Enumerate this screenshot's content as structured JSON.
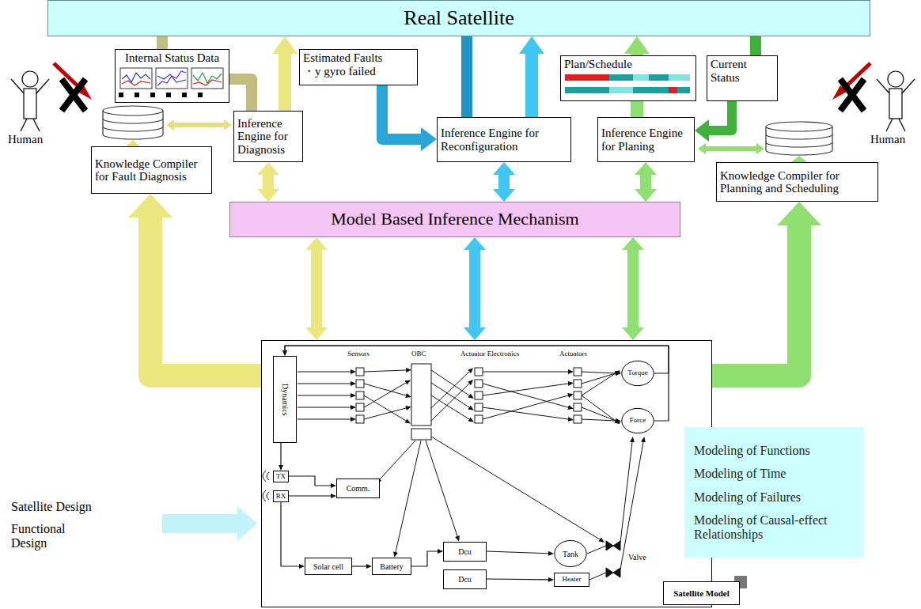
{
  "diagram": {
    "nodes": [
      {
        "text": [
          "Real Satellite"
        ]
      },
      {
        "text": [
          "Internal Status Data"
        ]
      },
      {
        "text": [
          "Estimated Faults",
          "・y gyro failed"
        ]
      },
      {
        "text": [
          "Plan/Schedule"
        ]
      },
      {
        "text": [
          "Current Status"
        ]
      },
      {
        "text": [
          "Inference Engine for Diagnosis"
        ]
      },
      {
        "text": [
          "Inference Engine for Reconfiguration"
        ]
      },
      {
        "text": [
          "Inference Engine for Planing"
        ]
      },
      {
        "text": [
          "Knowledge Compiler for Fault Diagnosis"
        ]
      },
      {
        "text": [
          "Model Based Inference Mechanism"
        ]
      },
      {
        "text": [
          "Knowledge Compiler for Planning and Scheduling"
        ]
      },
      {
        "text": [
          "Satellite Model"
        ]
      },
      {
        "text": [
          "Dynamics"
        ],
        "in": 11
      },
      {
        "text": [
          "Torque"
        ],
        "in": 11
      },
      {
        "text": [
          "Force"
        ],
        "in": 11
      },
      {
        "text": [
          "TX"
        ],
        "in": 11
      },
      {
        "text": [
          "RX"
        ],
        "in": 11
      },
      {
        "text": [
          "Comm."
        ],
        "in": 11
      },
      {
        "text": [
          "Dcu"
        ],
        "in": 11
      },
      {
        "text": [
          "Dcu"
        ],
        "in": 11
      },
      {
        "text": [
          "Tank"
        ],
        "in": 11
      },
      {
        "text": [
          "Solar cell"
        ],
        "in": 11
      },
      {
        "text": [
          "Battery"
        ],
        "in": 11
      },
      {
        "text": [
          "Heater"
        ],
        "in": 11
      },
      {
        "text": [
          "Modeling of Functions",
          "Modeling of Time",
          "Modeling of Failures",
          "Modeling of Causal-effect Relationships"
        ]
      }
    ],
    "edges": [
      {
        "from": 0,
        "to": 1,
        "arrow": "none"
      },
      {
        "from": 1,
        "to": 5,
        "arrow": "none"
      },
      {
        "from": 5,
        "to": 0,
        "arrow": "to"
      },
      {
        "from": 2,
        "to": 6,
        "arrow": "to"
      },
      {
        "from": 0,
        "to": 6,
        "arrow": "none"
      },
      {
        "from": 6,
        "to": 0,
        "arrow": "to"
      },
      {
        "from": 7,
        "to": 0,
        "arrow": "to"
      },
      {
        "from": 0,
        "to": 4,
        "arrow": "none"
      },
      {
        "from": 4,
        "to": 7,
        "arrow": "to"
      },
      {
        "from": 9,
        "to": 5,
        "arrow": "both"
      },
      {
        "from": 9,
        "to": 6,
        "arrow": "both"
      },
      {
        "from": 9,
        "to": 7,
        "arrow": "both"
      },
      {
        "from": 9,
        "to": 11,
        "arrow": "both"
      },
      {
        "from": 9,
        "to": 11,
        "arrow": "both"
      },
      {
        "from": 9,
        "to": 11,
        "arrow": "both"
      },
      {
        "from": 11,
        "to": 8,
        "arrow": "to"
      },
      {
        "from": 11,
        "to": 10,
        "arrow": "to"
      },
      {
        "from": 13,
        "to": 12,
        "arrow": "to"
      },
      {
        "from": 14,
        "to": 12,
        "arrow": "to"
      },
      {
        "from": 12,
        "to": 15,
        "arrow": "to"
      },
      {
        "from": 15,
        "to": 17,
        "arrow": "to"
      },
      {
        "from": 16,
        "to": 17,
        "arrow": "to"
      },
      {
        "from": 16,
        "to": 21,
        "arrow": "to"
      },
      {
        "from": 21,
        "to": 22,
        "arrow": "to"
      },
      {
        "from": 22,
        "to": 18,
        "arrow": "to"
      },
      {
        "from": 18,
        "to": 20,
        "arrow": "to"
      },
      {
        "from": 19,
        "to": 23,
        "arrow": "to"
      }
    ],
    "labels": [
      "Human",
      "Human",
      "Sensors",
      "OBC",
      "Actuator Electronics",
      "Actuators",
      "Valve",
      "Satellite Design",
      "Functional Design"
    ]
  }
}
